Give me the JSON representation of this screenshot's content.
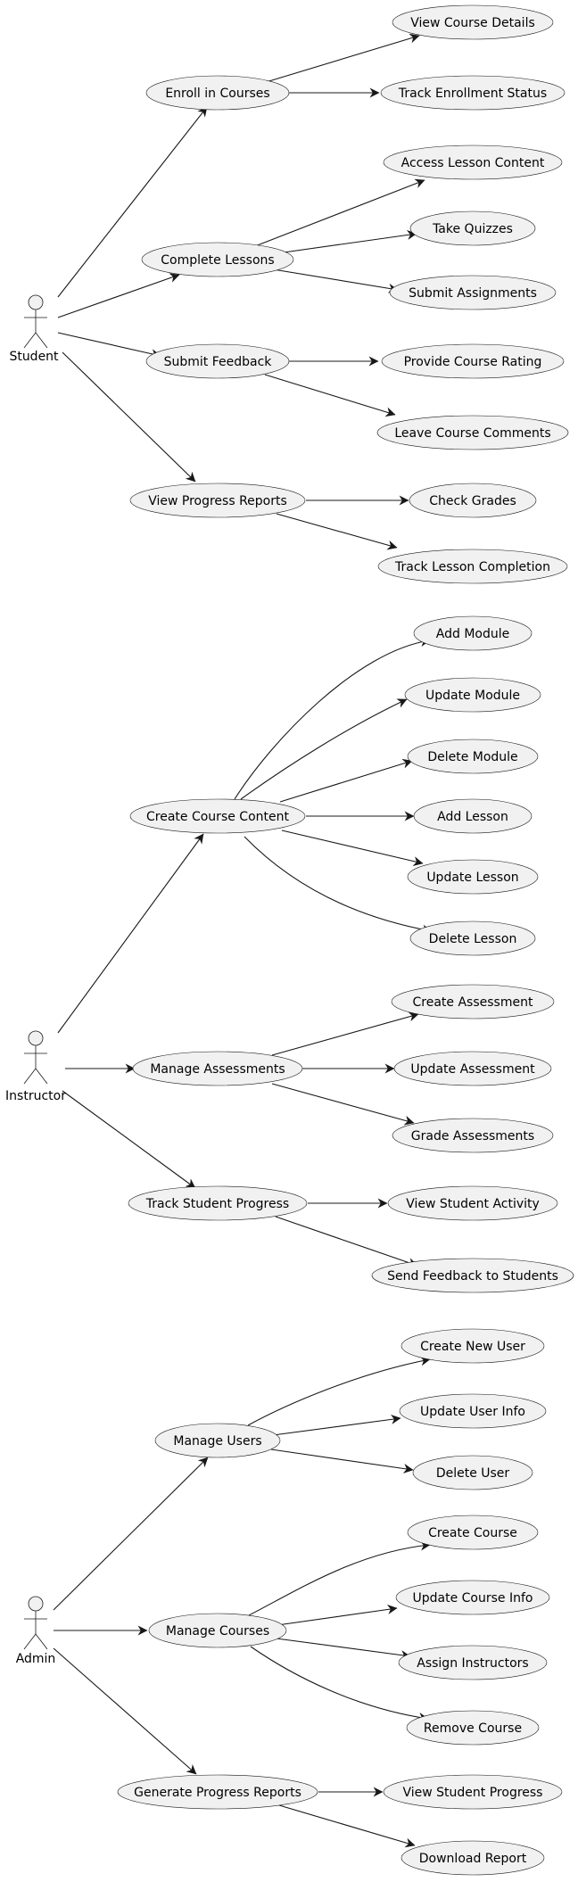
{
  "colors": {
    "usecase_fill": "#f1f1f1",
    "stroke": "#181818",
    "background": "#ffffff"
  },
  "actors": {
    "student": "Student",
    "instructor": "Instructor",
    "admin": "Admin"
  },
  "usecases": {
    "enroll_courses": "Enroll in Courses",
    "view_course_details": "View Course Details",
    "track_enrollment_status": "Track Enrollment Status",
    "complete_lessons": "Complete Lessons",
    "access_lesson_content": "Access Lesson Content",
    "take_quizzes": "Take Quizzes",
    "submit_assignments": "Submit Assignments",
    "submit_feedback": "Submit Feedback",
    "provide_course_rating": "Provide Course Rating",
    "leave_course_comments": "Leave Course Comments",
    "view_progress_reports": "View Progress Reports",
    "check_grades": "Check Grades",
    "track_lesson_completion": "Track Lesson Completion",
    "create_course_content": "Create Course Content",
    "add_module": "Add Module",
    "update_module": "Update Module",
    "delete_module": "Delete Module",
    "add_lesson": "Add Lesson",
    "update_lesson": "Update Lesson",
    "delete_lesson": "Delete Lesson",
    "manage_assessments": "Manage Assessments",
    "create_assessment": "Create Assessment",
    "update_assessment": "Update Assessment",
    "grade_assessments": "Grade Assessments",
    "track_student_progress": "Track Student Progress",
    "view_student_activity": "View Student Activity",
    "send_feedback_students": "Send Feedback to Students",
    "manage_users": "Manage Users",
    "create_new_user": "Create New User",
    "update_user_info": "Update User Info",
    "delete_user": "Delete User",
    "manage_courses": "Manage Courses",
    "create_course": "Create Course",
    "update_course_info": "Update Course Info",
    "assign_instructors": "Assign Instructors",
    "remove_course": "Remove Course",
    "generate_progress_reports": "Generate Progress Reports",
    "view_student_progress": "View Student Progress",
    "download_report": "Download Report"
  }
}
